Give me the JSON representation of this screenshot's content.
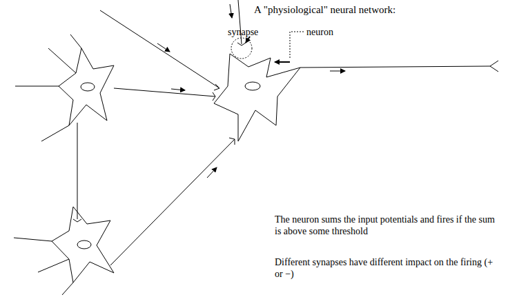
{
  "diagram": {
    "title": "A \"physiological\" neural network:",
    "labels": [
      "synapse",
      "neuron",
      "The neuron sums the input potentials and fires if the sum is above some threshold",
      "Different synapses have different impact on the firing (+ or −)"
    ]
  }
}
